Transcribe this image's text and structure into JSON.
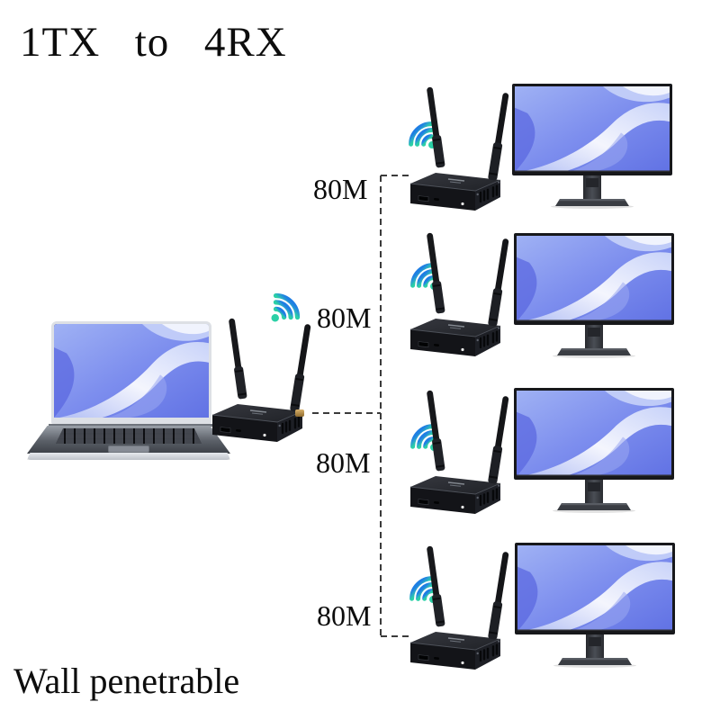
{
  "title": {
    "text": "1TX to 4RX"
  },
  "footer": {
    "text": "Wall penetrable"
  },
  "connections": {
    "distance_labels": [
      "80M",
      "80M",
      "80M",
      "80M"
    ],
    "line_style": "dashed"
  },
  "devices": {
    "source": "laptop",
    "transmitter_count": 1,
    "receiver_count": 4,
    "receiver_display": "monitor"
  },
  "icons": {
    "wireless": "wifi-signal-icon"
  },
  "colors": {
    "background": "#ffffff",
    "text": "#111111",
    "wifi_teal": "#2bd0a6",
    "wifi_blue": "#1e7ee4",
    "dashed_line": "#3b3b3b",
    "wallpaper_blue": "#6a7be6",
    "device_black": "#17181c"
  }
}
